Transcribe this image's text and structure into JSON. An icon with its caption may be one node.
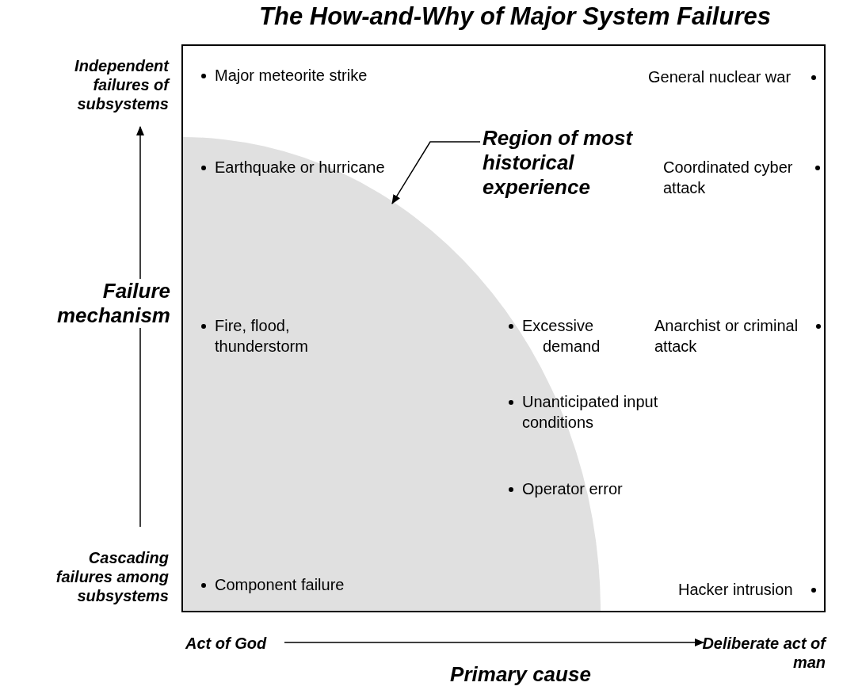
{
  "diagram": {
    "title": "The How-and-Why of Major System Failures",
    "nodes": [
      {
        "text": [
          "Region of most historical experience"
        ]
      },
      {
        "text": [],
        "shape": "area"
      }
    ],
    "edges": [
      {
        "from": 0,
        "to": 1,
        "arrow": "to"
      }
    ],
    "labels": [
      "Independent failures of subsystems",
      "Major meteorite strike",
      "General nuclear war",
      "Earthquake or hurricane",
      "Coordinated cyber attack",
      "Failure mechanism",
      "Fire, flood, thunderstorm",
      "Excessive demand",
      "Anarchist or criminal attack",
      "Unanticipated input conditions",
      "Operator error",
      "Cascading failures among subsystems",
      "Component failure",
      "Hacker intrusion",
      "Act of God",
      "Deliberate act of man",
      "Primary cause"
    ]
  }
}
